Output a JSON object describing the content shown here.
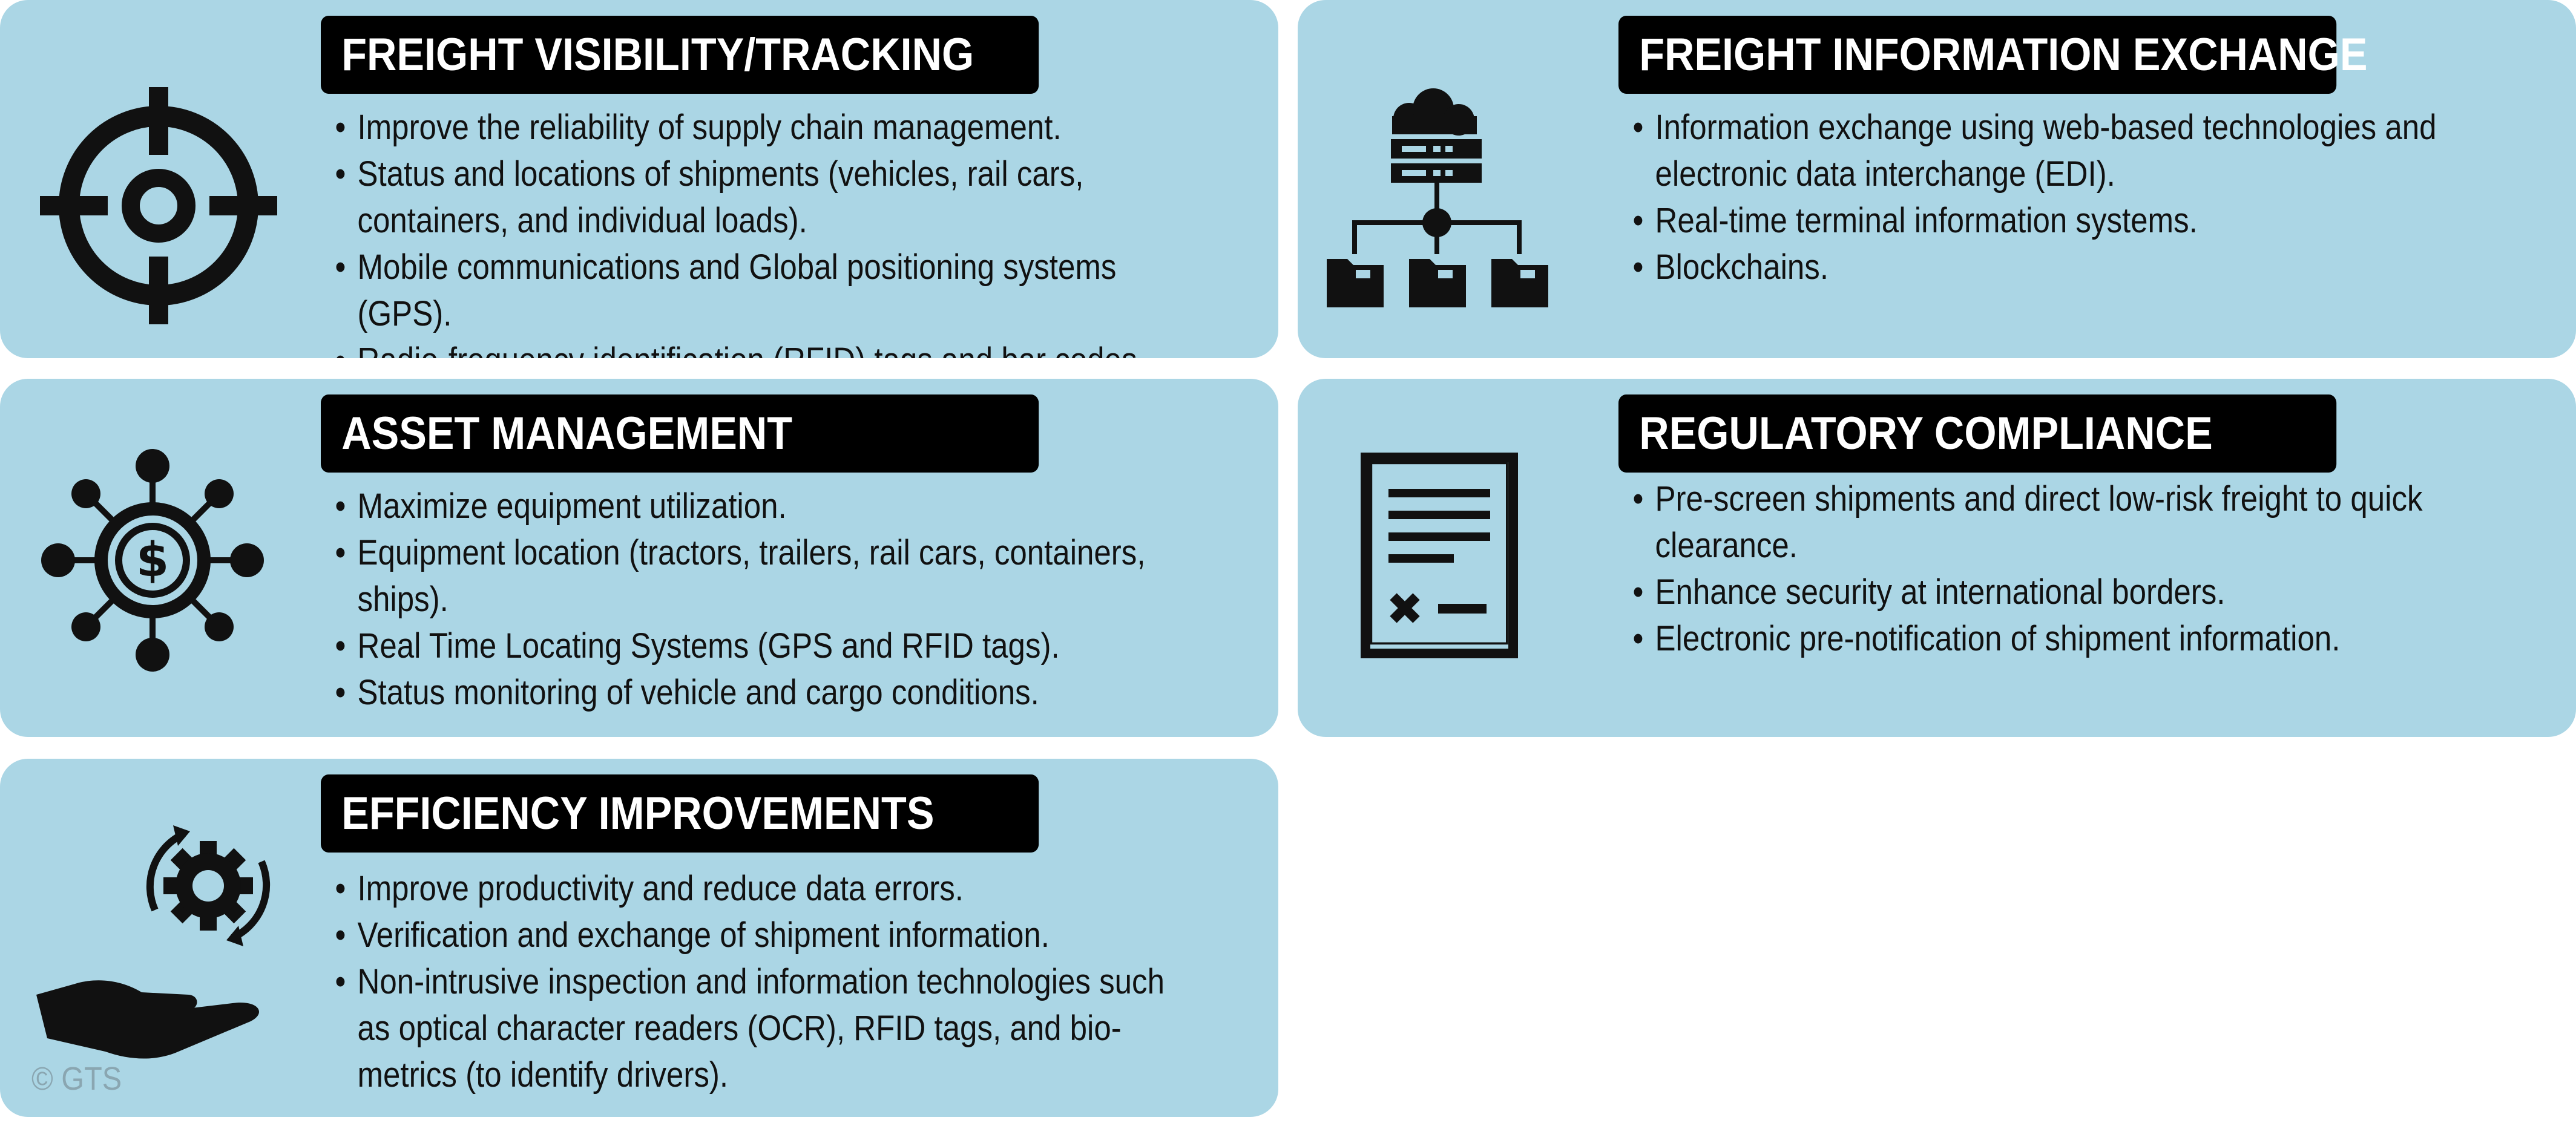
{
  "colors": {
    "card_background": "#abd6e5",
    "title_background": "#000000",
    "title_text": "#ffffff",
    "body_text": "#111111",
    "icon": "#111111",
    "copyright_text": "#8aa6b1"
  },
  "cards": [
    {
      "icon": "target-crosshair-icon",
      "title": "FREIGHT VISIBILITY/TRACKING",
      "items": [
        "Improve the reliability of supply chain management.",
        "Status and locations of shipments (vehicles, rail cars, containers, and individual loads).",
        "Mobile communications and Global positioning systems (GPS).",
        "Radio-frequency identification (RFID) tags and bar codes."
      ]
    },
    {
      "icon": "cloud-network-folders-icon",
      "title": "FREIGHT INFORMATION EXCHANGE",
      "items": [
        "Information exchange using web-based technologies and electronic data interchange (EDI).",
        "Real-time terminal information systems.",
        "Blockchains."
      ]
    },
    {
      "icon": "dollar-network-hub-icon",
      "title": "ASSET MANAGEMENT",
      "items": [
        "Maximize equipment utilization.",
        "Equipment location (tractors, trailers, rail cars, containers, ships).",
        "Real Time Locating Systems (GPS and RFID tags).",
        "Status monitoring of vehicle and cargo conditions."
      ]
    },
    {
      "icon": "document-checklist-icon",
      "title": "REGULATORY COMPLIANCE",
      "items": [
        "Pre-screen shipments and direct low-risk freight to quick clearance.",
        "Enhance security at international borders.",
        "Electronic pre-notification of shipment information."
      ]
    },
    {
      "icon": "hand-gear-cycle-icon",
      "title": "EFFICIENCY IMPROVEMENTS",
      "items": [
        "Improve productivity and reduce data errors.",
        "Verification and exchange of shipment information.",
        "Non-intrusive inspection and information technologies such as optical character readers (OCR), RFID tags, and bio-metrics (to identify drivers)."
      ]
    }
  ],
  "copyright": "© GTS"
}
